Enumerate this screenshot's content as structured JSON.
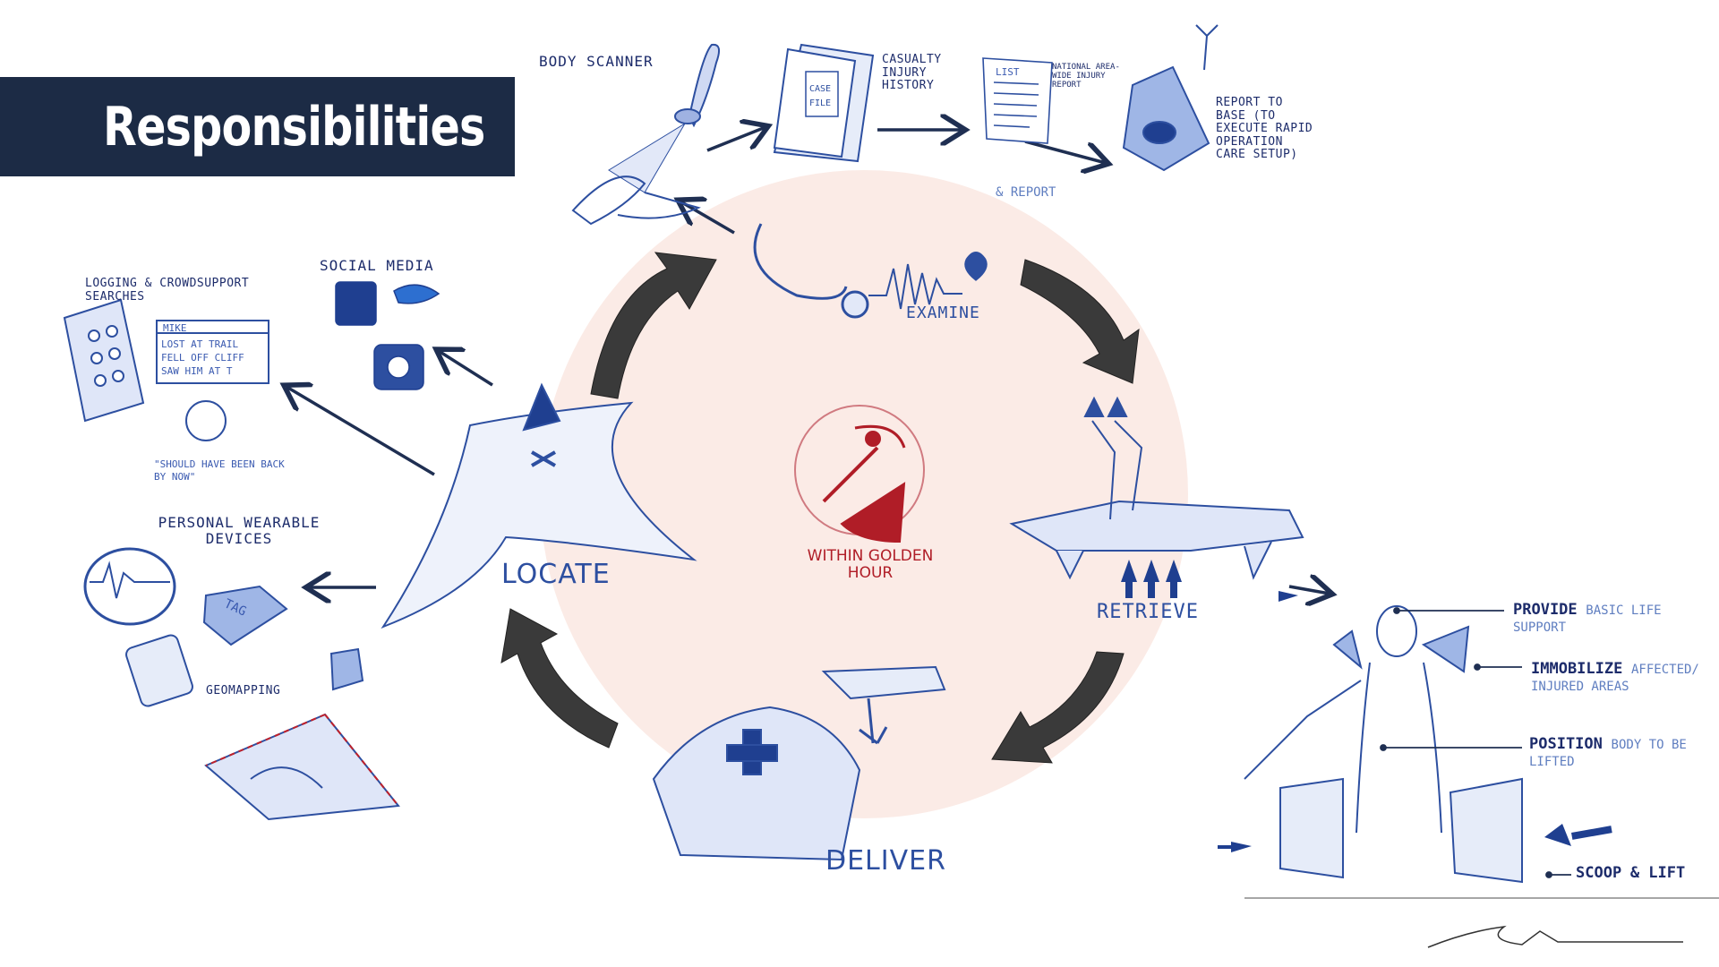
{
  "title": "Responsibilities",
  "colors": {
    "title_bar": "#1c2b45",
    "ink_blue": "#2d4fa0",
    "dark_arrow": "#1f2f52",
    "cycle_arrow": "#333333",
    "golden_red": "#b01d27",
    "center_disc": "#fbebe6"
  },
  "cycle": {
    "stages": [
      "LOCATE",
      "EXAMINE",
      "RETRIEVE",
      "DELIVER"
    ],
    "center_label": "WITHIN GOLDEN HOUR"
  },
  "examine": {
    "chain": [
      "BODY SCANNER",
      "CASUALTY INJURY HISTORY",
      "NATIONAL AREA-WIDE INJURY REPORT",
      "REPORT TO BASE (TO EXECUTE RAPID OPERATION CARE SETUP)"
    ],
    "file_text": "CASE FILE",
    "report_tag": "& REPORT",
    "list_header": "LIST"
  },
  "locate": {
    "branches": [
      "SOCIAL MEDIA",
      "LOGGING & CROWDSUPPORT SEARCHES",
      "PERSONAL WEARABLE DEVICES",
      "GEOMAPPING"
    ],
    "search_name": "MIKE",
    "search_results": [
      "LOST AT TRAIL",
      "FELL OFF CLIFF",
      "SAW HIM AT T"
    ],
    "alarm_note": "\"SHOULD HAVE BEEN BACK BY NOW\"",
    "tag_text": "TAG"
  },
  "retrieve": {
    "steps": [
      {
        "head": "PROVIDE",
        "tail": "BASIC LIFE SUPPORT"
      },
      {
        "head": "IMMOBILIZE",
        "tail": "AFFECTED/ INJURED AREAS"
      },
      {
        "head": "POSITION",
        "tail": "BODY TO BE LIFTED"
      },
      {
        "head": "SCOOP",
        "tail": "& LIFT"
      }
    ]
  }
}
